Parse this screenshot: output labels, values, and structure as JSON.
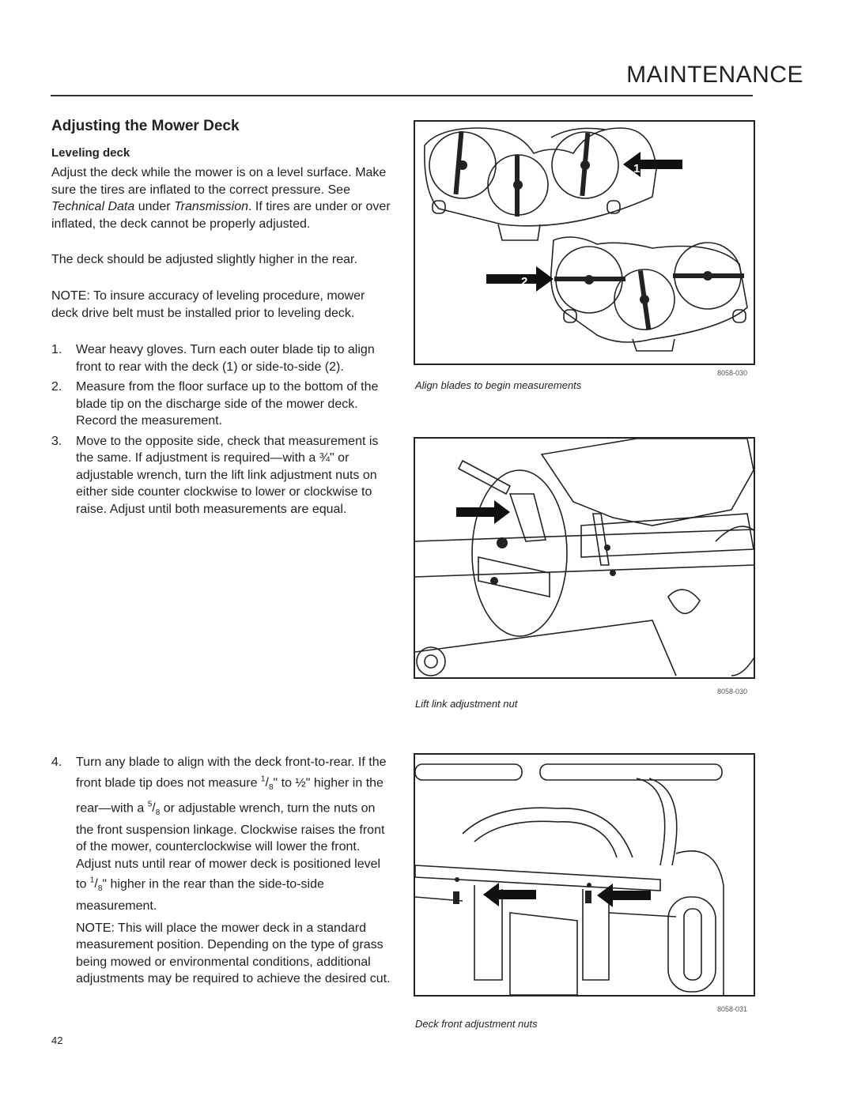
{
  "header": {
    "title": "MAINTENANCE"
  },
  "section": {
    "title": "Adjusting the Mower Deck",
    "subtitle": "Leveling deck"
  },
  "intro": {
    "p1_a": "Adjust the deck while the mower is on a level surface. Make sure the tires are inflated to the correct pressure. See ",
    "p1_italic1": "Technical Data",
    "p1_b": " under ",
    "p1_italic2": "Transmission",
    "p1_c": ". If tires are under or over inflated, the deck cannot be properly adjusted.",
    "p2": "The deck should be adjusted slightly higher in the rear.",
    "p3": "NOTE: To insure accuracy of leveling procedure, mower deck drive belt must be installed prior to leveling deck."
  },
  "steps": [
    {
      "num": "1.",
      "text": "Wear heavy gloves. Turn each outer blade tip to align front to rear with the deck (1) or side-to-side (2)."
    },
    {
      "num": "2.",
      "text": "Measure from the floor surface up to the bottom of the blade tip on the discharge side of the mower deck. Record the measurement."
    },
    {
      "num": "3.",
      "text": "Move to the opposite side, check that measurement is the same. If adjustment is required—with a ¾\" or adjustable wrench, turn the lift link adjustment nuts on either side counter clockwise to lower or clockwise to raise. Adjust until both measurements are equal."
    }
  ],
  "step4": {
    "num": "4.",
    "t1": "Turn any blade to align with the deck front-to-rear. If the front blade tip does not measure ",
    "f1_num": "1",
    "f1_den": "8",
    "t2": "\" to ½\" higher in the rear—with a ",
    "f2_num": "5",
    "f2_den": "8",
    "t3": " or adjustable wrench, turn the nuts on the front suspension linkage. Clockwise raises the front of the mower, counterclockwise will lower the front. Adjust nuts until rear of mower deck is positioned level to ",
    "f3_num": "1",
    "f3_den": "8",
    "t4": "\" higher in the rear than the side-to-side measurement.",
    "note": "NOTE: This will place the mower deck in a standard measurement position. Depending on the type of grass being mowed or environmental conditions, additional adjustments may be required to achieve the desired cut."
  },
  "figures": [
    {
      "code": "8058-030",
      "caption": "Align blades to begin measurements",
      "callout1": "1",
      "callout2": "2"
    },
    {
      "code": "8058-030",
      "caption": "Lift link adjustment nut"
    },
    {
      "code": "8058-031",
      "caption": "Deck front adjustment nuts"
    }
  ],
  "page_number": "42"
}
